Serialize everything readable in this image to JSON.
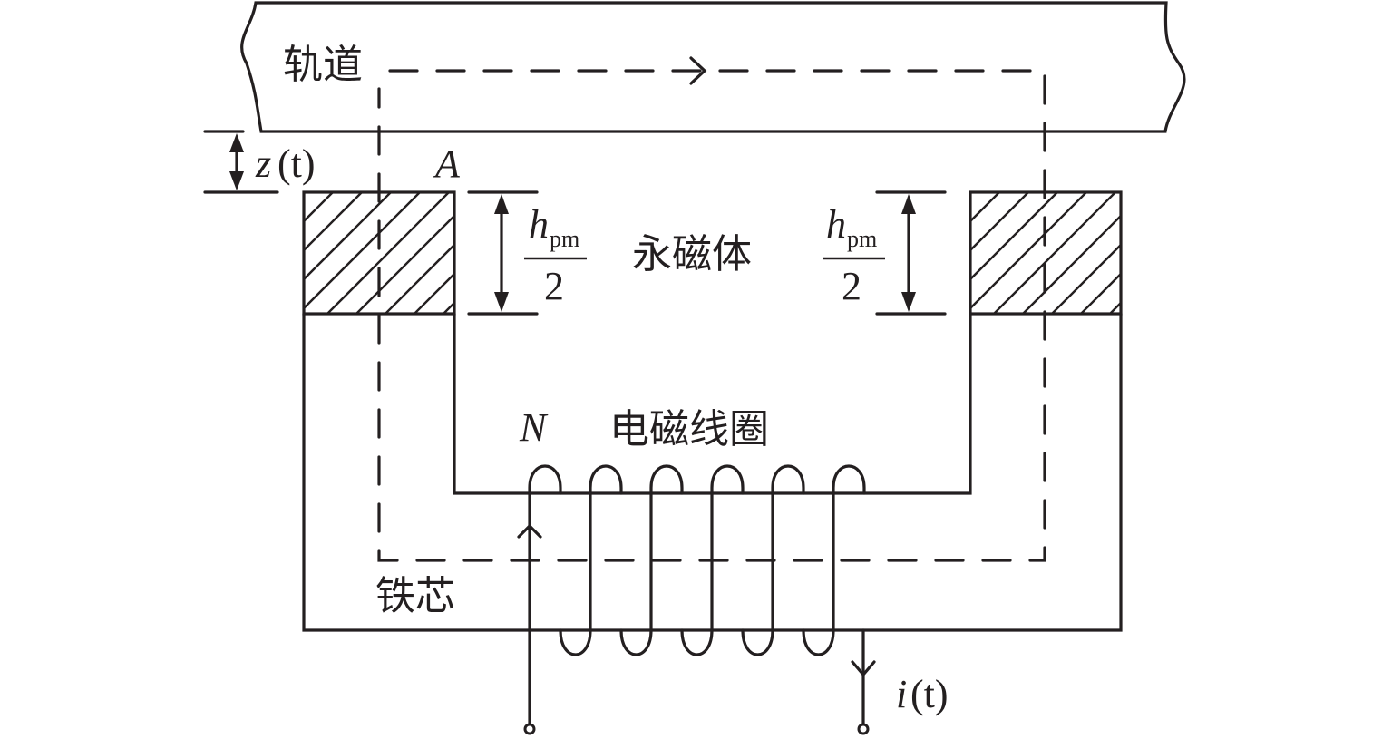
{
  "diagram": {
    "type": "electromagnet-suspension-schematic",
    "labels": {
      "rail": "轨道",
      "permanent_magnet": "永磁体",
      "coil": "电磁线圈",
      "iron_core": "铁芯",
      "gap": "z",
      "gap_arg": "(t)",
      "point_a": "A",
      "turns": "N",
      "current": "i",
      "current_arg": "(t)",
      "pm_height_num": "h",
      "pm_height_sub": "pm",
      "pm_height_den": "2"
    },
    "coil_turns_drawn": 6,
    "flux_path": "dashed loop through rail, left pole, core base, right pole",
    "flux_direction": "clockwise (right along rail)",
    "current_direction": "in at left lead (up), out at right lead (down)",
    "line_color": "#231f20"
  }
}
